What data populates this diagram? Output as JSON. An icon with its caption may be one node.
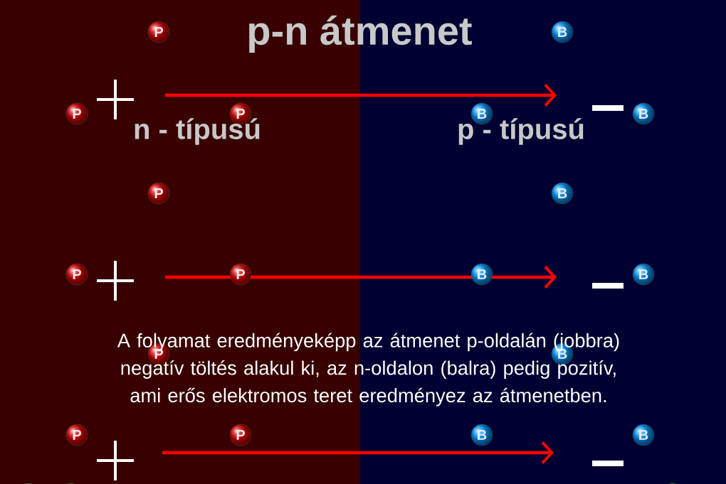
{
  "diagram": {
    "title": "p-n átmenet",
    "nodes": [
      {
        "text": [
          "P"
        ]
      },
      {
        "text": [
          "B"
        ]
      },
      {
        "text": [
          "P"
        ]
      },
      {
        "text": [
          "P"
        ]
      },
      {
        "text": [
          "B"
        ]
      },
      {
        "text": [
          "B"
        ]
      },
      {
        "text": [
          "P"
        ]
      },
      {
        "text": [
          "B"
        ]
      },
      {
        "text": [
          "P"
        ]
      },
      {
        "text": [
          "P"
        ]
      },
      {
        "text": [
          "B"
        ]
      },
      {
        "text": [
          "B"
        ]
      },
      {
        "text": [
          "P"
        ]
      },
      {
        "text": [
          "B"
        ]
      },
      {
        "text": [
          "P"
        ]
      },
      {
        "text": [
          "P"
        ]
      },
      {
        "text": [
          "B"
        ]
      },
      {
        "text": [
          "B"
        ]
      }
    ],
    "labels": [
      "n - típusú",
      "p - típusú",
      "A folyamat eredményeképp az átmenet p-oldalán (jobbra) negatív töltés alakul ki, az n-oldalon (balra) pedig pozitív, ami erős elektromos teret eredményez az átmenetben."
    ]
  }
}
